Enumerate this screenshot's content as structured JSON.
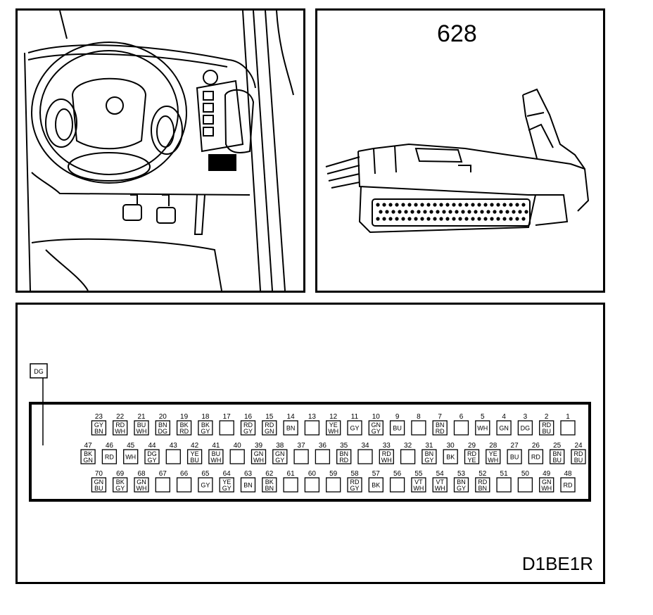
{
  "figure": {
    "component_number": "628",
    "reference_code": "D1BE1R",
    "external_wire": "DG"
  },
  "pins": [
    {
      "n": "1",
      "c": []
    },
    {
      "n": "2",
      "c": [
        "RD",
        "BU"
      ]
    },
    {
      "n": "3",
      "c": [
        "DG"
      ]
    },
    {
      "n": "4",
      "c": [
        "GN"
      ]
    },
    {
      "n": "5",
      "c": [
        "WH"
      ]
    },
    {
      "n": "6",
      "c": []
    },
    {
      "n": "7",
      "c": [
        "BN",
        "RD"
      ]
    },
    {
      "n": "8",
      "c": []
    },
    {
      "n": "9",
      "c": [
        "BU"
      ]
    },
    {
      "n": "10",
      "c": [
        "GN",
        "GY"
      ]
    },
    {
      "n": "11",
      "c": [
        "GY"
      ]
    },
    {
      "n": "12",
      "c": [
        "YE",
        "WH"
      ]
    },
    {
      "n": "13",
      "c": []
    },
    {
      "n": "14",
      "c": [
        "BN"
      ]
    },
    {
      "n": "15",
      "c": [
        "RD",
        "GN"
      ]
    },
    {
      "n": "16",
      "c": [
        "RD",
        "GY"
      ]
    },
    {
      "n": "17",
      "c": []
    },
    {
      "n": "18",
      "c": [
        "BK",
        "GY"
      ]
    },
    {
      "n": "19",
      "c": [
        "BK",
        "RD"
      ]
    },
    {
      "n": "20",
      "c": [
        "BN",
        "DG"
      ]
    },
    {
      "n": "21",
      "c": [
        "BU",
        "WH"
      ]
    },
    {
      "n": "22",
      "c": [
        "RD",
        "WH"
      ]
    },
    {
      "n": "23",
      "c": [
        "GY",
        "BN"
      ]
    },
    {
      "n": "24",
      "c": [
        "RD",
        "BU"
      ]
    },
    {
      "n": "25",
      "c": [
        "BN",
        "BU"
      ]
    },
    {
      "n": "26",
      "c": [
        "RD"
      ]
    },
    {
      "n": "27",
      "c": [
        "BU"
      ]
    },
    {
      "n": "28",
      "c": [
        "YE",
        "WH"
      ]
    },
    {
      "n": "29",
      "c": [
        "RD",
        "YE"
      ]
    },
    {
      "n": "30",
      "c": [
        "BK"
      ]
    },
    {
      "n": "31",
      "c": [
        "BN",
        "GY"
      ]
    },
    {
      "n": "32",
      "c": []
    },
    {
      "n": "33",
      "c": [
        "RD",
        "WH"
      ]
    },
    {
      "n": "34",
      "c": []
    },
    {
      "n": "35",
      "c": [
        "BN",
        "RD"
      ]
    },
    {
      "n": "36",
      "c": []
    },
    {
      "n": "37",
      "c": []
    },
    {
      "n": "38",
      "c": [
        "GN",
        "GY"
      ]
    },
    {
      "n": "39",
      "c": [
        "GN",
        "WH"
      ]
    },
    {
      "n": "40",
      "c": []
    },
    {
      "n": "41",
      "c": [
        "BU",
        "WH"
      ]
    },
    {
      "n": "42",
      "c": [
        "YE",
        "BU"
      ]
    },
    {
      "n": "43",
      "c": []
    },
    {
      "n": "44",
      "c": [
        "DG",
        "GY"
      ]
    },
    {
      "n": "45",
      "c": [
        "WH"
      ]
    },
    {
      "n": "46",
      "c": [
        "RD"
      ]
    },
    {
      "n": "47",
      "c": [
        "BK",
        "GN"
      ]
    },
    {
      "n": "48",
      "c": [
        "RD"
      ]
    },
    {
      "n": "49",
      "c": [
        "GN",
        "WH"
      ]
    },
    {
      "n": "50",
      "c": []
    },
    {
      "n": "51",
      "c": []
    },
    {
      "n": "52",
      "c": [
        "RD",
        "BN"
      ]
    },
    {
      "n": "53",
      "c": [
        "BN",
        "GY"
      ]
    },
    {
      "n": "54",
      "c": [
        "VT",
        "WH"
      ]
    },
    {
      "n": "55",
      "c": [
        "VT",
        "WH"
      ]
    },
    {
      "n": "56",
      "c": []
    },
    {
      "n": "57",
      "c": [
        "BK"
      ]
    },
    {
      "n": "58",
      "c": [
        "RD",
        "GY"
      ]
    },
    {
      "n": "59",
      "c": []
    },
    {
      "n": "60",
      "c": []
    },
    {
      "n": "61",
      "c": []
    },
    {
      "n": "62",
      "c": [
        "BK",
        "BN"
      ]
    },
    {
      "n": "63",
      "c": [
        "BN"
      ]
    },
    {
      "n": "64",
      "c": [
        "YE",
        "GY"
      ]
    },
    {
      "n": "65",
      "c": [
        "GY"
      ]
    },
    {
      "n": "66",
      "c": []
    },
    {
      "n": "67",
      "c": []
    },
    {
      "n": "68",
      "c": [
        "GN",
        "WH"
      ]
    },
    {
      "n": "69",
      "c": [
        "BK",
        "GY"
      ]
    },
    {
      "n": "70",
      "c": [
        "GN",
        "BU"
      ]
    }
  ]
}
